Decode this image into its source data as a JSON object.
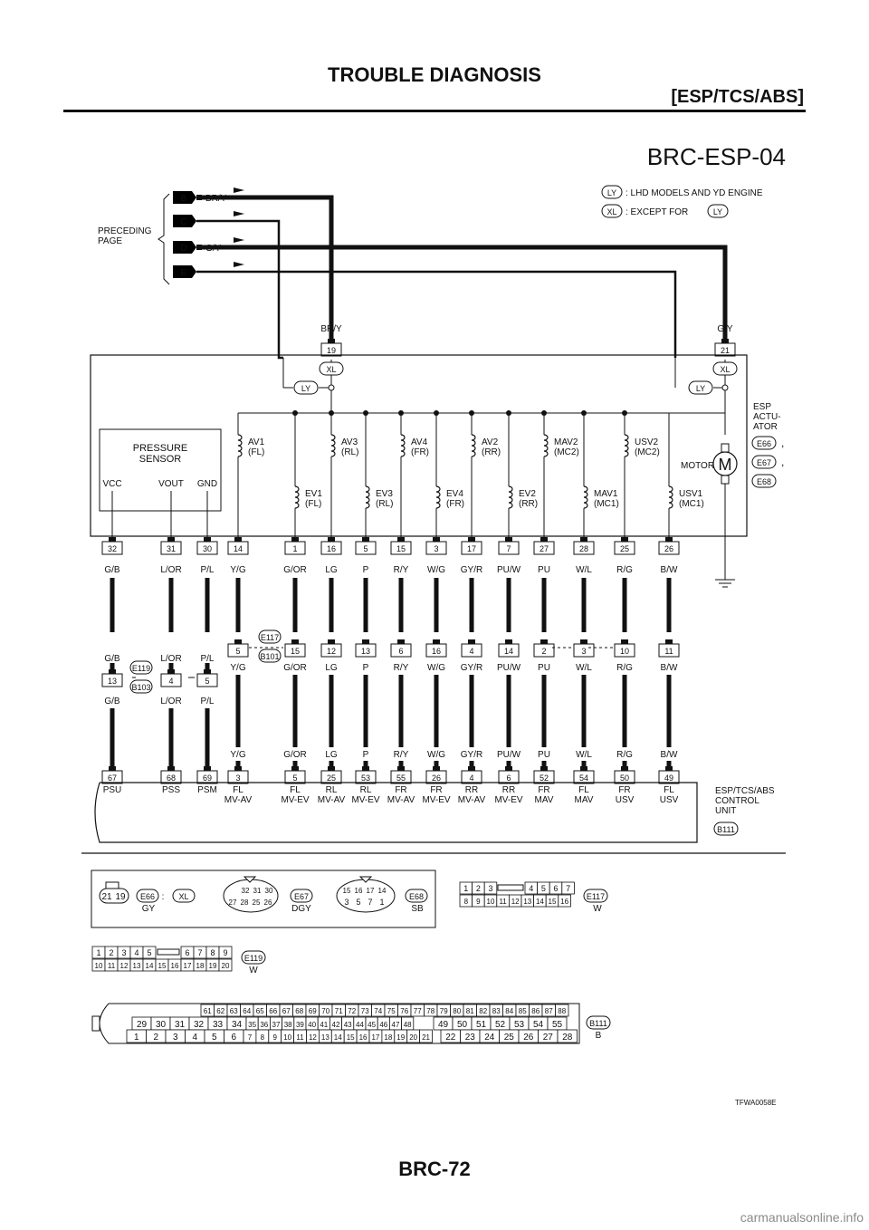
{
  "header": {
    "title": "TROUBLE DIAGNOSIS",
    "subtitle": "[ESP/TCS/ABS]"
  },
  "diagram_id": "BRC-ESP-04",
  "page_number": "BRC-72",
  "figure_code": "TFWA0058E",
  "watermark": "carmanualsonline.info",
  "legend": {
    "ly_tag": "LY",
    "ly_text": ": LHD MODELS AND YD ENGINE",
    "xl_tag": "XL",
    "xl_text": ": EXCEPT FOR"
  },
  "preceding": {
    "label": [
      "PRECEDING",
      "PAGE"
    ],
    "items": [
      {
        "letter": "B",
        "wire": "BR/Y"
      },
      {
        "letter": "C",
        "wire": ""
      },
      {
        "letter": "D",
        "wire": "G/Y"
      },
      {
        "letter": "E",
        "wire": ""
      }
    ]
  },
  "actuator": {
    "top_wires": [
      {
        "wire": "BR/Y",
        "pin": "19"
      },
      {
        "wire": "G/Y",
        "pin": "21"
      }
    ],
    "name": [
      "ESP",
      "ACTU-",
      "ATOR"
    ],
    "connectors": [
      "E66",
      "E67",
      "E68"
    ],
    "motor_label": "MOTOR",
    "motor_symbol": "M",
    "pressure_sensor": {
      "title": [
        "PRESSURE",
        "SENSOR"
      ],
      "pins": [
        "VCC",
        "VOUT",
        "GND"
      ]
    },
    "solenoids_upper": [
      {
        "name": "AV1",
        "sub": "(FL)"
      },
      {
        "name": "AV3",
        "sub": "(RL)"
      },
      {
        "name": "AV4",
        "sub": "(FR)"
      },
      {
        "name": "AV2",
        "sub": "(RR)"
      },
      {
        "name": "MAV2",
        "sub": "(MC2)"
      },
      {
        "name": "USV2",
        "sub": "(MC2)"
      }
    ],
    "solenoids_lower": [
      {
        "name": "EV1",
        "sub": "(FL)"
      },
      {
        "name": "EV3",
        "sub": "(RL)"
      },
      {
        "name": "EV4",
        "sub": "(FR)"
      },
      {
        "name": "EV2",
        "sub": "(RR)"
      },
      {
        "name": "MAV1",
        "sub": "(MC1)"
      },
      {
        "name": "USV1",
        "sub": "(MC1)"
      }
    ]
  },
  "joint": {
    "upper": "E117",
    "lower": "B101",
    "left_upper": "E119",
    "left_lower": "B103"
  },
  "circuits": [
    {
      "act_pin": "32",
      "wire": "G/B",
      "mid_pin": "13",
      "cu_pin": "67",
      "cu_label": [
        "PSU"
      ]
    },
    {
      "act_pin": "31",
      "wire": "L/OR",
      "mid_pin": "4",
      "cu_pin": "68",
      "cu_label": [
        "PSS"
      ]
    },
    {
      "act_pin": "30",
      "wire": "P/L",
      "mid_pin": "5",
      "cu_pin": "69",
      "cu_label": [
        "PSM"
      ]
    },
    {
      "act_pin": "14",
      "wire": "Y/G",
      "mid_pin": "5",
      "cu_pin": "3",
      "cu_label": [
        "FL",
        "MV-AV"
      ]
    },
    {
      "act_pin": "1",
      "wire": "G/OR",
      "mid_pin": "15",
      "cu_pin": "5",
      "cu_label": [
        "FL",
        "MV-EV"
      ]
    },
    {
      "act_pin": "16",
      "wire": "LG",
      "mid_pin": "12",
      "cu_pin": "25",
      "cu_label": [
        "RL",
        "MV-AV"
      ]
    },
    {
      "act_pin": "5",
      "wire": "P",
      "mid_pin": "13",
      "cu_pin": "53",
      "cu_label": [
        "RL",
        "MV-EV"
      ]
    },
    {
      "act_pin": "15",
      "wire": "R/Y",
      "mid_pin": "6",
      "cu_pin": "55",
      "cu_label": [
        "FR",
        "MV-AV"
      ]
    },
    {
      "act_pin": "3",
      "wire": "W/G",
      "mid_pin": "16",
      "cu_pin": "26",
      "cu_label": [
        "FR",
        "MV-EV"
      ]
    },
    {
      "act_pin": "17",
      "wire": "GY/R",
      "mid_pin": "4",
      "cu_pin": "4",
      "cu_label": [
        "RR",
        "MV-AV"
      ]
    },
    {
      "act_pin": "7",
      "wire": "PU/W",
      "mid_pin": "14",
      "cu_pin": "6",
      "cu_label": [
        "RR",
        "MV-EV"
      ]
    },
    {
      "act_pin": "27",
      "wire": "PU",
      "mid_pin": "2",
      "cu_pin": "52",
      "cu_label": [
        "FR",
        "MAV"
      ]
    },
    {
      "act_pin": "28",
      "wire": "W/L",
      "mid_pin": "3",
      "cu_pin": "54",
      "cu_label": [
        "FL",
        "MAV"
      ]
    },
    {
      "act_pin": "25",
      "wire": "R/G",
      "mid_pin": "10",
      "cu_pin": "50",
      "cu_label": [
        "FR",
        "USV"
      ]
    },
    {
      "act_pin": "26",
      "wire": "B/W",
      "mid_pin": "11",
      "cu_pin": "49",
      "cu_label": [
        "FL",
        "USV"
      ]
    }
  ],
  "control_unit": {
    "name": [
      "ESP/TCS/ABS",
      "CONTROL",
      "UNIT"
    ],
    "connector": "B111"
  },
  "connector_views": {
    "e66": {
      "pins": [
        "21",
        "19"
      ],
      "name": "E66",
      "color": "GY",
      "cond": "XL"
    },
    "e67": {
      "rows": [
        [
          "32",
          "31",
          "30"
        ],
        [
          "27",
          "28",
          "25",
          "26"
        ]
      ],
      "name": "E67",
      "color": "DGY"
    },
    "e68": {
      "rows": [
        [
          "15",
          "16",
          "17",
          "14"
        ],
        [
          "3",
          "5",
          "7",
          "1"
        ]
      ],
      "name": "E68",
      "color": "SB"
    },
    "e117": {
      "rows": [
        [
          "1",
          "2",
          "3",
          "",
          "4",
          "5",
          "6",
          "7"
        ],
        [
          "8",
          "9",
          "10",
          "11",
          "12",
          "13",
          "14",
          "15",
          "16"
        ]
      ],
      "name": "E117",
      "color": "W"
    },
    "e119": {
      "rows": [
        [
          "1",
          "2",
          "3",
          "4",
          "5",
          "",
          "6",
          "7",
          "8",
          "9"
        ],
        [
          "10",
          "11",
          "12",
          "13",
          "14",
          "15",
          "16",
          "17",
          "18",
          "19",
          "20"
        ]
      ],
      "name": "E119",
      "color": "W"
    },
    "b111": {
      "rows": [
        [
          "61",
          "62",
          "63",
          "64",
          "65",
          "66",
          "67",
          "68",
          "69",
          "70",
          "71",
          "72",
          "73",
          "74",
          "75",
          "76",
          "77",
          "78",
          "79",
          "80",
          "81",
          "82",
          "83",
          "84",
          "85",
          "86",
          "87",
          "88"
        ],
        [
          "29",
          "30",
          "31",
          "32",
          "33",
          "34",
          "35",
          "36",
          "37",
          "38",
          "39",
          "40",
          "41",
          "42",
          "43",
          "44",
          "45",
          "46",
          "47",
          "48",
          "49",
          "50",
          "51",
          "52",
          "53",
          "54",
          "55"
        ],
        [
          "1",
          "2",
          "3",
          "4",
          "5",
          "6",
          "7",
          "8",
          "9",
          "10",
          "11",
          "12",
          "13",
          "14",
          "15",
          "16",
          "17",
          "18",
          "19",
          "20",
          "21",
          "22",
          "23",
          "24",
          "25",
          "26",
          "27",
          "28"
        ]
      ],
      "name": "B111",
      "color": "B"
    }
  }
}
